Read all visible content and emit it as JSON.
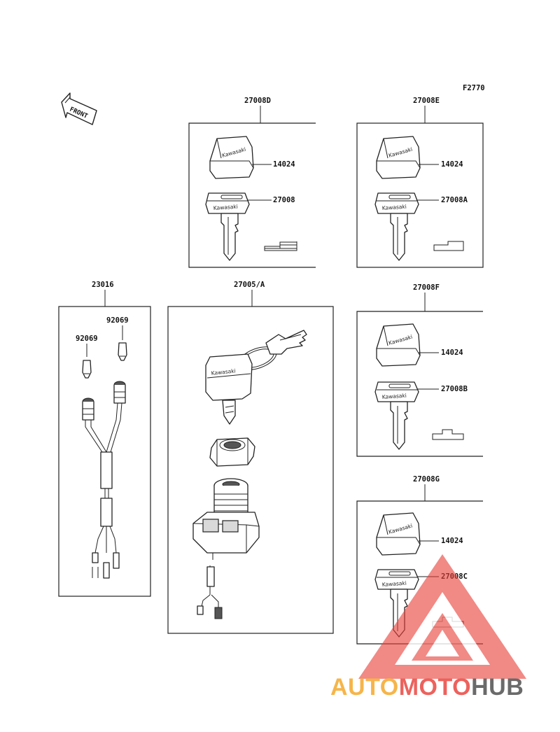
{
  "figure_code": "F2770",
  "front_label": "FRONT",
  "groups": {
    "g27008D": "27008D",
    "g27008E": "27008E",
    "g27008F": "27008F",
    "g27008G": "27008G",
    "g27005A": "27005/A",
    "g23016": "23016"
  },
  "callouts": {
    "d_knob": "14024",
    "d_key": "27008",
    "e_knob": "14024",
    "e_key": "27008A",
    "f_knob": "14024",
    "f_key": "27008B",
    "g_knob": "14024",
    "g_key": "27008C",
    "harness_bulb_top": "92069",
    "harness_bulb_left": "92069"
  },
  "key_brand": "Kawasaki",
  "watermark": {
    "auto": "AUTO",
    "moto": "MOTO",
    "hub": "HUB",
    "colors": {
      "auto": "#f5a623",
      "moto": "#e8403a",
      "hub": "#4a4a4a",
      "triangle": "#e8403a"
    }
  }
}
